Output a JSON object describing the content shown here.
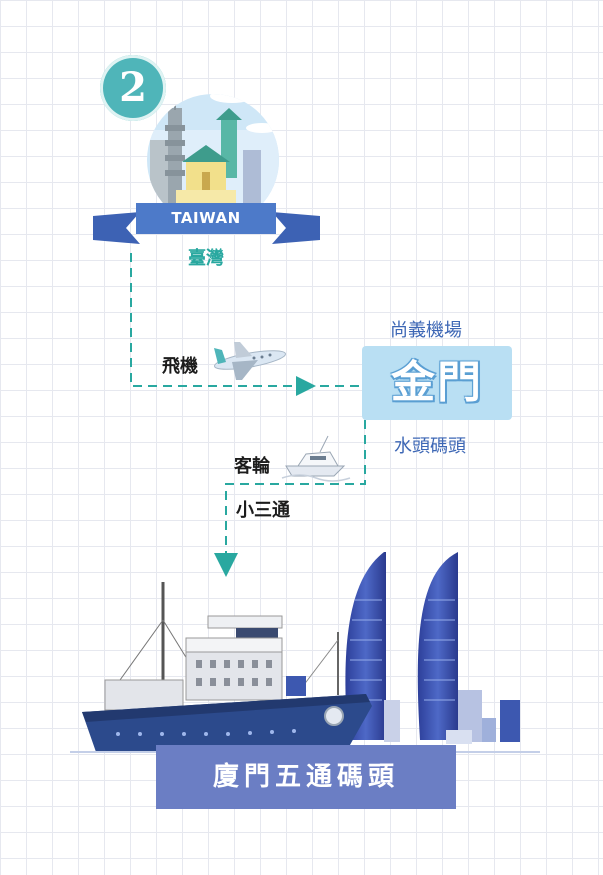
{
  "step_number": "2",
  "origin": {
    "ribbon": "TAIWAN",
    "name": "臺灣"
  },
  "route_air": {
    "label": "飛機"
  },
  "kinmen": {
    "airport": "尚義機場",
    "name": "金門",
    "pier": "水頭碼頭"
  },
  "route_sea": {
    "label": "客輪",
    "sublabel": "小三通"
  },
  "destination": {
    "name": "廈門五通碼頭"
  },
  "colors": {
    "teal": "#29a8a0",
    "blue_text": "#3d67b5",
    "kinmen_box": "#b9dff3",
    "ribbon": "#4d7ac9",
    "destination_box": "#6b7ec4",
    "ship_hull": "#2c4a8c"
  },
  "icons": [
    "airplane-icon",
    "ferry-icon",
    "taiwan-landmark-illustration",
    "cargo-ship-illustration",
    "xiamen-towers-illustration"
  ]
}
